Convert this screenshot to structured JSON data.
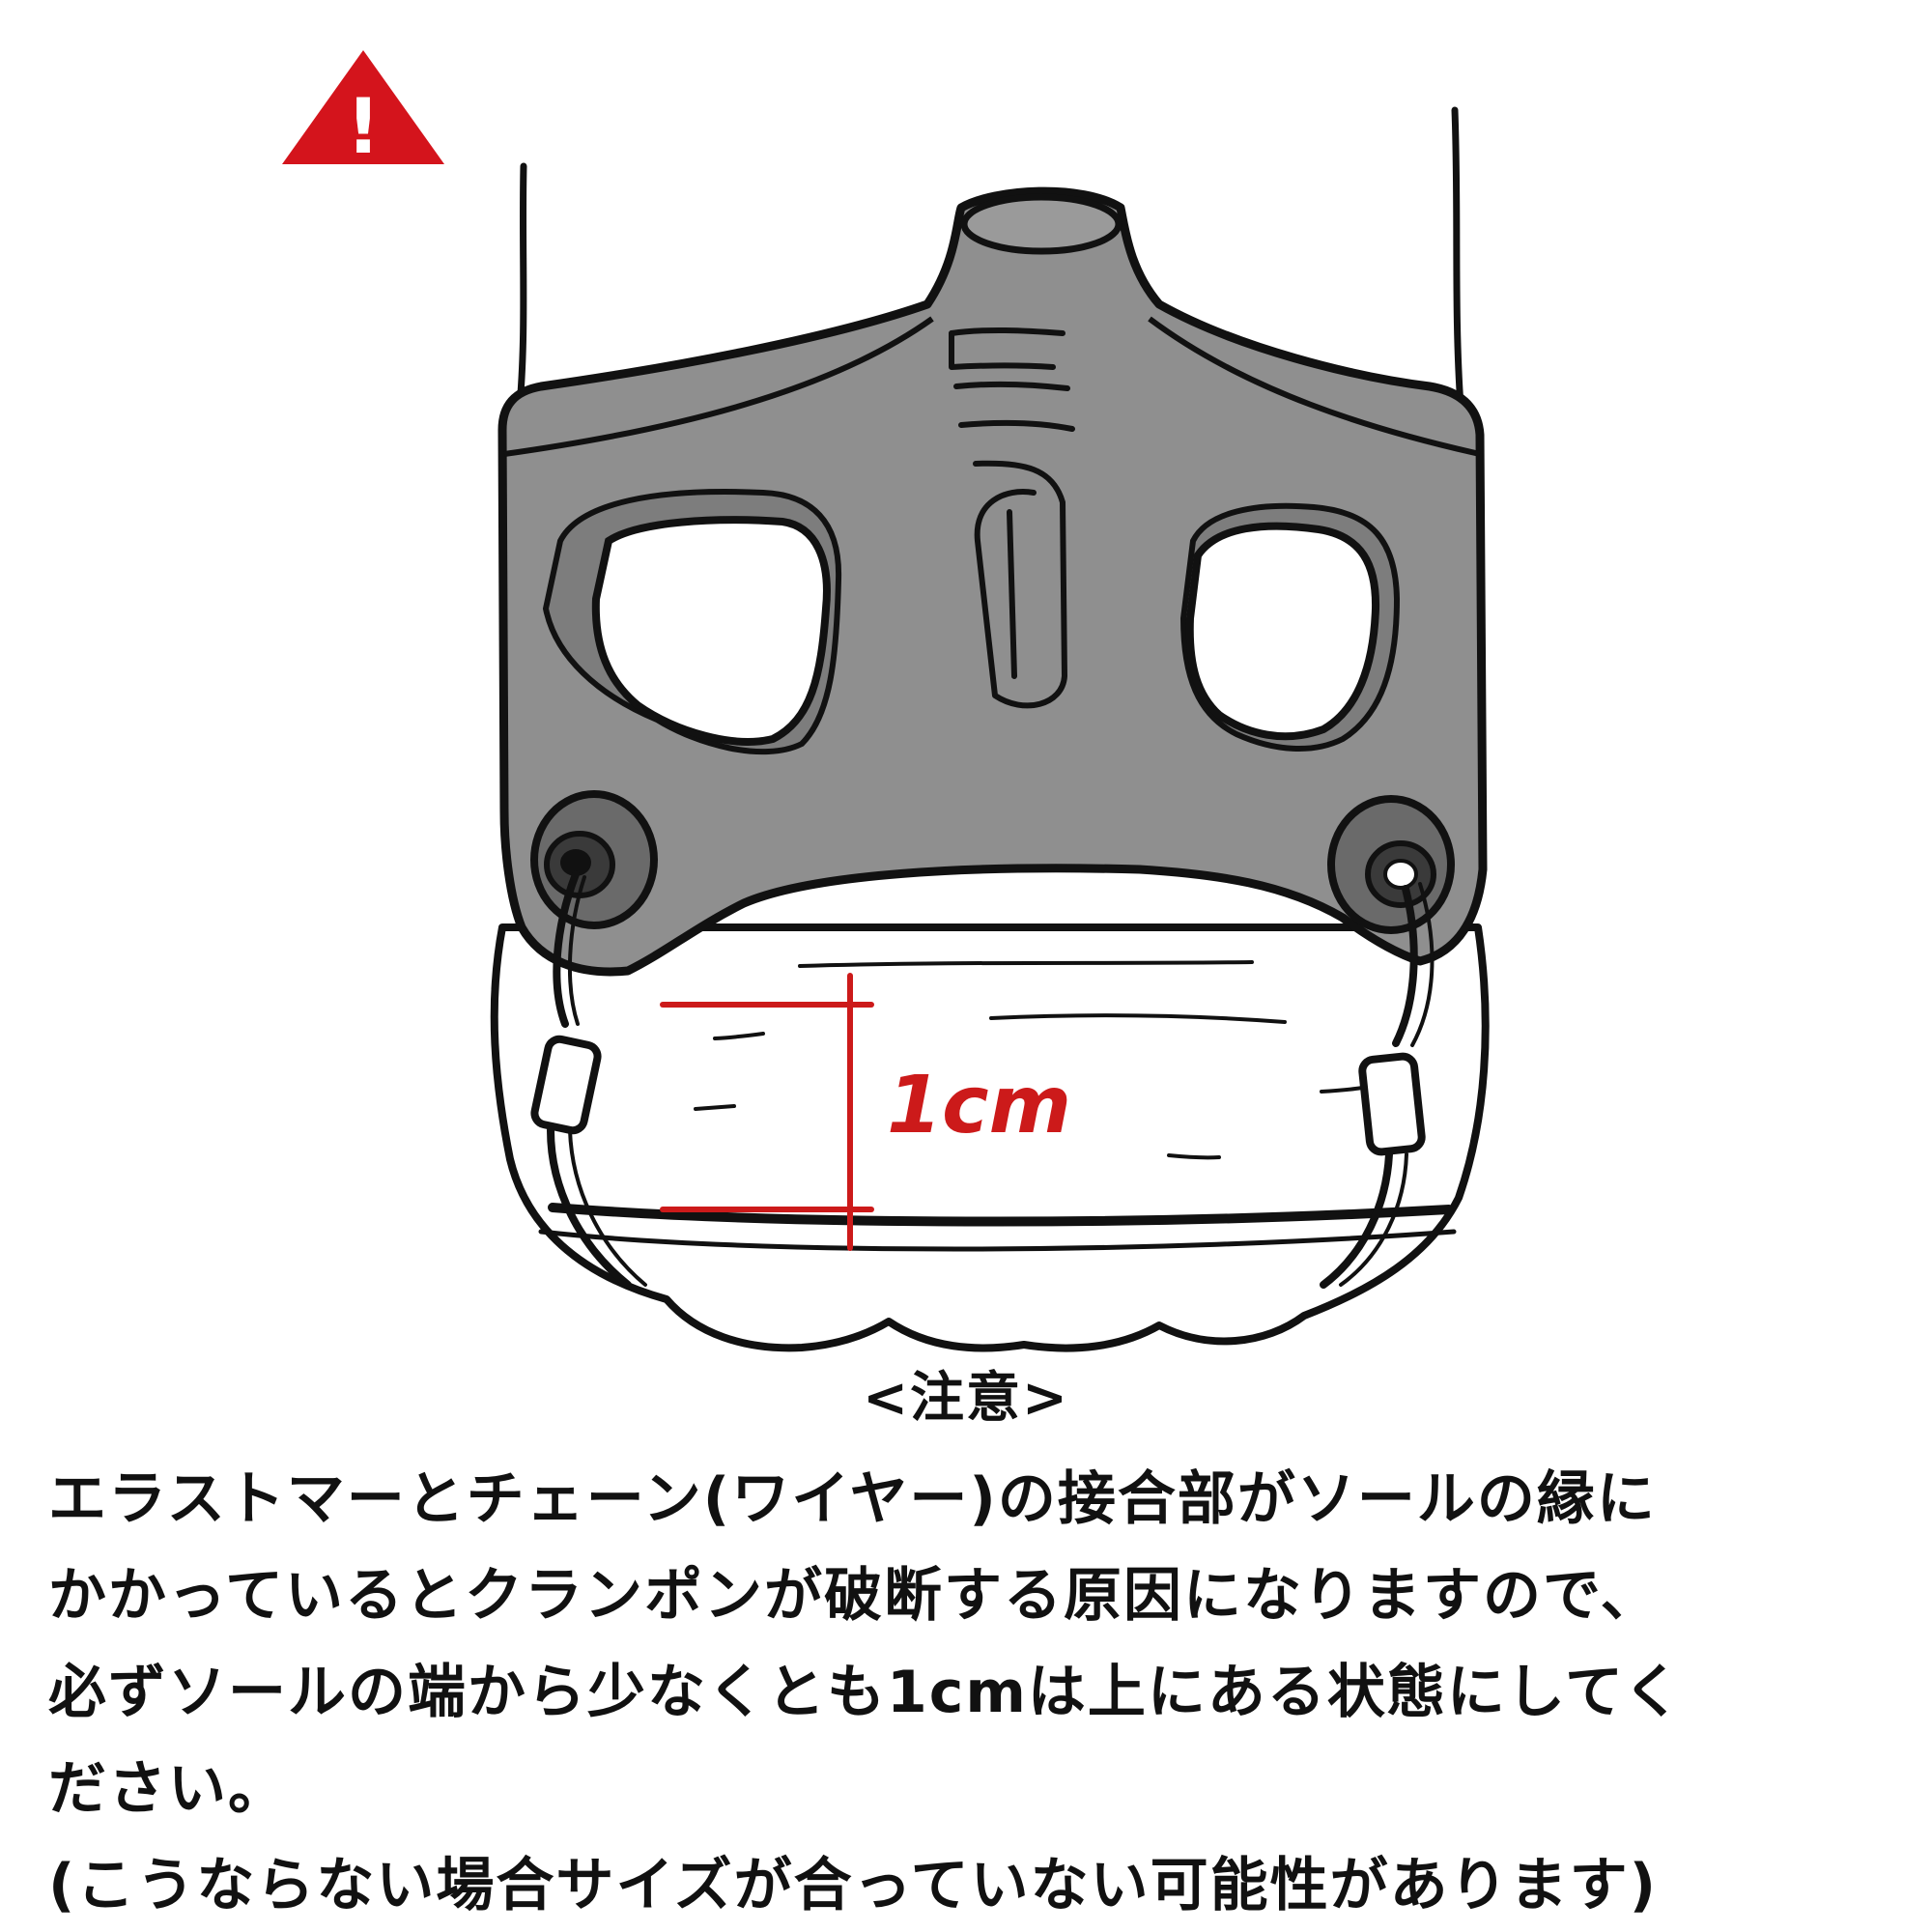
{
  "warning_icon": {
    "name": "warning-icon",
    "symbol": "!",
    "color": "#d4141c"
  },
  "diagram": {
    "measurement_label": "1cm",
    "accent_color": "#cc1a1a",
    "harness_color": "#8f8f8f",
    "outline_color": "#111111"
  },
  "caption": {
    "title": "<注意>",
    "lines": [
      "エラストマーとチェーン(ワイヤー)の接合部がソールの縁に",
      "かかっているとクランポンが破断する原因になりますので、",
      "必ずソールの端から少なくとも1cmは上にある状態にしてく",
      "ださい。",
      "(こうならない場合サイズが合っていない可能性があります)"
    ]
  }
}
